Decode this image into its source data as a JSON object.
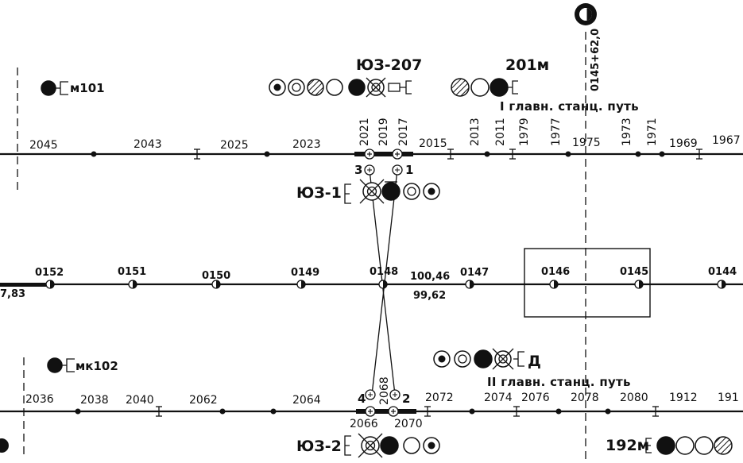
{
  "track1": {
    "name": "I главн. станц. путь",
    "blocks": [
      "2045",
      "2043",
      "2025",
      "2023",
      "2021",
      "2019",
      "2017",
      "2015",
      "2013",
      "2011",
      "1979",
      "1977",
      "1975",
      "1973",
      "1971",
      "1969",
      "1967"
    ]
  },
  "track2": {
    "name": "II главн. станц. путь",
    "blocks": [
      "2036",
      "2038",
      "2040",
      "2062",
      "2064",
      "2066",
      "2068",
      "2070",
      "2072",
      "2074",
      "2076",
      "2078",
      "2080",
      "1912",
      "191"
    ]
  },
  "middle": {
    "pickets": [
      "0152",
      "0151",
      "0150",
      "0149",
      "0148",
      "0147",
      "0146",
      "0145",
      "0144"
    ],
    "edge_left": "7,83",
    "value_upper": "100,46",
    "value_lower": "99,62"
  },
  "signals": {
    "yz207": "ЮЗ-207",
    "yz1": "ЮЗ-1",
    "yz2": "ЮЗ-2",
    "m101": "м101",
    "mk102": "мк102",
    "s201m": "201м",
    "s192m": "192м",
    "d": "Д"
  },
  "switches": {
    "s1": "1",
    "s2": "2",
    "s3": "3",
    "s4": "4"
  },
  "axis_label": "0145+62,0"
}
